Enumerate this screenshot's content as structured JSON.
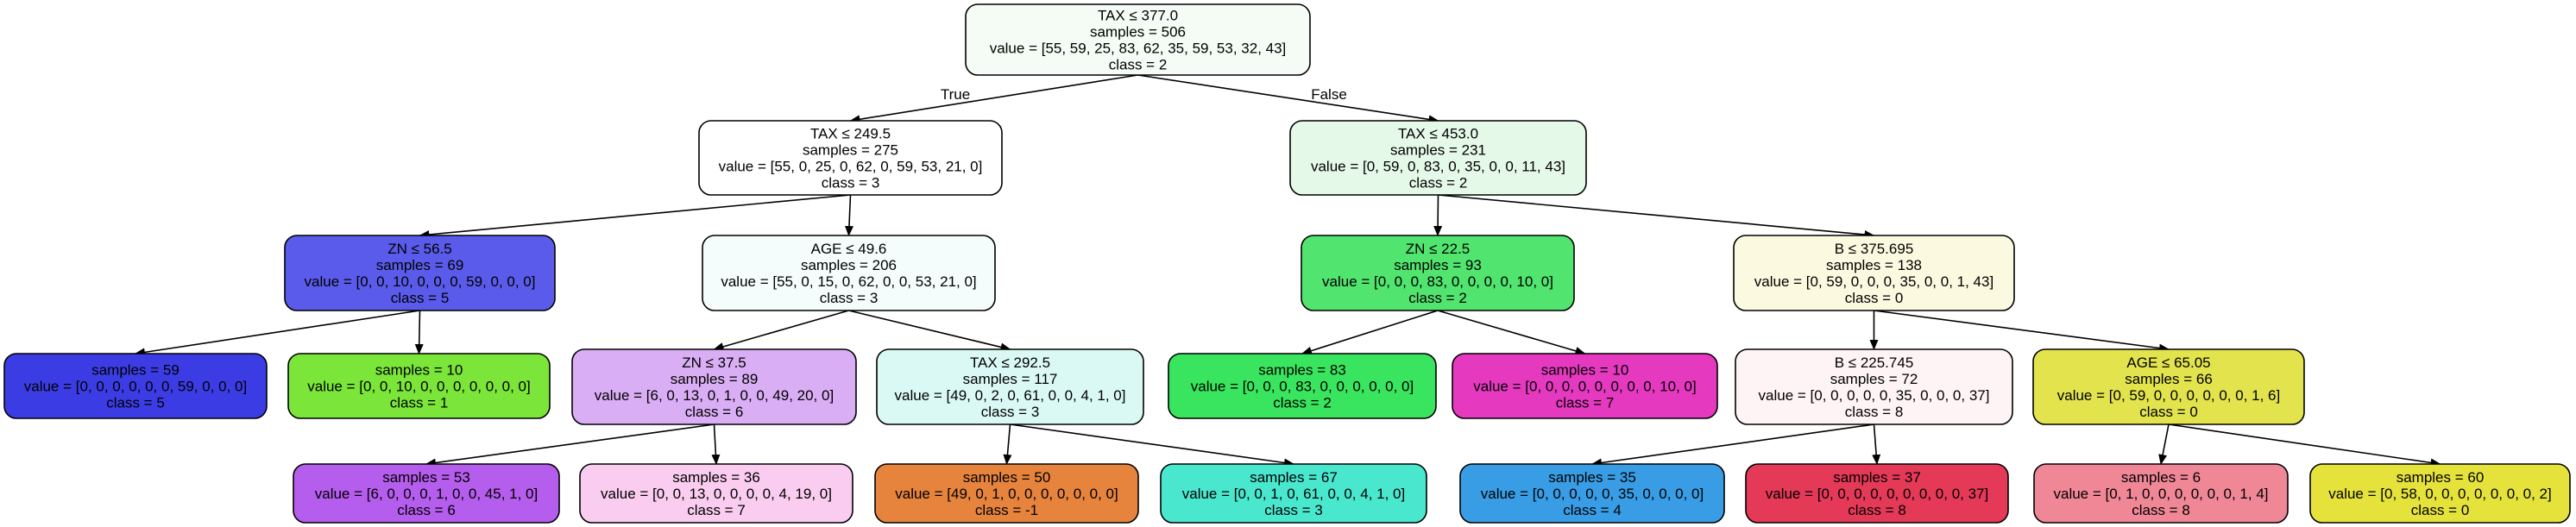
{
  "tree": {
    "nodes": [
      {
        "id": "n0",
        "lines": [
          "TAX ≤ 377.0",
          "samples = 506",
          "value = [55, 59, 25, 83, 62, 35, 59, 53, 32, 43]",
          "class = 2"
        ],
        "color": "#f5fcf6"
      },
      {
        "id": "n1",
        "lines": [
          "TAX ≤ 249.5",
          "samples = 275",
          "value = [55, 0, 25, 0, 62, 0, 59, 53, 21, 0]",
          "class = 3"
        ],
        "color": "#ffffff"
      },
      {
        "id": "n2",
        "lines": [
          "TAX ≤ 453.0",
          "samples = 231",
          "value = [0, 59, 0, 83, 0, 35, 0, 0, 11, 43]",
          "class = 2"
        ],
        "color": "#e5f9e9"
      },
      {
        "id": "n3",
        "lines": [
          "ZN ≤ 56.5",
          "samples = 69",
          "value = [0, 0, 10, 0, 0, 0, 59, 0, 0, 0]",
          "class = 5"
        ],
        "color": "#5b5beb"
      },
      {
        "id": "n4",
        "lines": [
          "AGE ≤ 49.6",
          "samples = 206",
          "value = [55, 0, 15, 0, 62, 0, 0, 53, 21, 0]",
          "class = 3"
        ],
        "color": "#f4fdfc"
      },
      {
        "id": "n5",
        "lines": [
          "ZN ≤ 22.5",
          "samples = 93",
          "value = [0, 0, 0, 83, 0, 0, 0, 0, 10, 0]",
          "class = 2"
        ],
        "color": "#51e46f"
      },
      {
        "id": "n6",
        "lines": [
          "B ≤ 375.695",
          "samples = 138",
          "value = [0, 59, 0, 0, 0, 35, 0, 0, 1, 43]",
          "class = 0"
        ],
        "color": "#fbfae0"
      },
      {
        "id": "n7",
        "lines": [
          "samples = 59",
          "value = [0, 0, 0, 0, 0, 0, 59, 0, 0, 0]",
          "class = 5"
        ],
        "color": "#3c3ce5"
      },
      {
        "id": "n8",
        "lines": [
          "samples = 10",
          "value = [0, 0, 10, 0, 0, 0, 0, 0, 0, 0]",
          "class = 1"
        ],
        "color": "#7be539"
      },
      {
        "id": "n9",
        "lines": [
          "ZN ≤ 37.5",
          "samples = 89",
          "value = [6, 0, 13, 0, 1, 0, 0, 49, 20, 0]",
          "class = 6"
        ],
        "color": "#d9aef4"
      },
      {
        "id": "n10",
        "lines": [
          "TAX ≤ 292.5",
          "samples = 117",
          "value = [49, 0, 2, 0, 61, 0, 0, 4, 1, 0]",
          "class = 3"
        ],
        "color": "#dbf9f4"
      },
      {
        "id": "n11",
        "lines": [
          "samples = 83",
          "value = [0, 0, 0, 83, 0, 0, 0, 0, 0, 0]",
          "class = 2"
        ],
        "color": "#39e55e"
      },
      {
        "id": "n12",
        "lines": [
          "samples = 10",
          "value = [0, 0, 0, 0, 0, 0, 0, 0, 10, 0]",
          "class = 7"
        ],
        "color": "#e539c0"
      },
      {
        "id": "n13",
        "lines": [
          "B ≤ 225.745",
          "samples = 72",
          "value = [0, 0, 0, 0, 0, 35, 0, 0, 0, 37]",
          "class = 8"
        ],
        "color": "#fef4f5"
      },
      {
        "id": "n14",
        "lines": [
          "AGE ≤ 65.05",
          "samples = 66",
          "value = [0, 59, 0, 0, 0, 0, 0, 0, 1, 6]",
          "class = 0"
        ],
        "color": "#e3e34e"
      },
      {
        "id": "n15",
        "lines": [
          "samples = 53",
          "value = [6, 0, 0, 0, 1, 0, 0, 45, 1, 0]",
          "class = 6"
        ],
        "color": "#b55ded"
      },
      {
        "id": "n16",
        "lines": [
          "samples = 36",
          "value = [0, 0, 13, 0, 0, 0, 0, 4, 19, 0]",
          "class = 7"
        ],
        "color": "#facdf0"
      },
      {
        "id": "n17",
        "lines": [
          "samples = 50",
          "value = [49, 0, 1, 0, 0, 0, 0, 0, 0, 0]",
          "class = -1"
        ],
        "color": "#e6843e"
      },
      {
        "id": "n18",
        "lines": [
          "samples = 67",
          "value = [0, 0, 1, 0, 61, 0, 0, 4, 1, 0]",
          "class = 3"
        ],
        "color": "#4ae7cf"
      },
      {
        "id": "n19",
        "lines": [
          "samples = 35",
          "value = [0, 0, 0, 0, 0, 35, 0, 0, 0, 0]",
          "class = 4"
        ],
        "color": "#399de5"
      },
      {
        "id": "n20",
        "lines": [
          "samples = 37",
          "value = [0, 0, 0, 0, 0, 0, 0, 0, 0, 37]",
          "class = 8"
        ],
        "color": "#e53958"
      },
      {
        "id": "n21",
        "lines": [
          "samples = 6",
          "value = [0, 1, 0, 0, 0, 0, 0, 0, 1, 4]",
          "class = 8"
        ],
        "color": "#f08797"
      },
      {
        "id": "n22",
        "lines": [
          "samples = 60",
          "value = [0, 58, 0, 0, 0, 0, 0, 0, 0, 2]",
          "class = 0"
        ],
        "color": "#e5e23c"
      }
    ],
    "edges": [
      {
        "from": "n0",
        "to": "n1",
        "label": "True"
      },
      {
        "from": "n0",
        "to": "n2",
        "label": "False"
      },
      {
        "from": "n1",
        "to": "n3"
      },
      {
        "from": "n1",
        "to": "n4"
      },
      {
        "from": "n2",
        "to": "n5"
      },
      {
        "from": "n2",
        "to": "n6"
      },
      {
        "from": "n3",
        "to": "n7"
      },
      {
        "from": "n3",
        "to": "n8"
      },
      {
        "from": "n4",
        "to": "n9"
      },
      {
        "from": "n4",
        "to": "n10"
      },
      {
        "from": "n5",
        "to": "n11"
      },
      {
        "from": "n5",
        "to": "n12"
      },
      {
        "from": "n6",
        "to": "n13"
      },
      {
        "from": "n6",
        "to": "n14"
      },
      {
        "from": "n9",
        "to": "n15"
      },
      {
        "from": "n9",
        "to": "n16"
      },
      {
        "from": "n10",
        "to": "n17"
      },
      {
        "from": "n10",
        "to": "n18"
      },
      {
        "from": "n13",
        "to": "n19"
      },
      {
        "from": "n13",
        "to": "n20"
      },
      {
        "from": "n14",
        "to": "n21"
      },
      {
        "from": "n14",
        "to": "n22"
      }
    ]
  }
}
